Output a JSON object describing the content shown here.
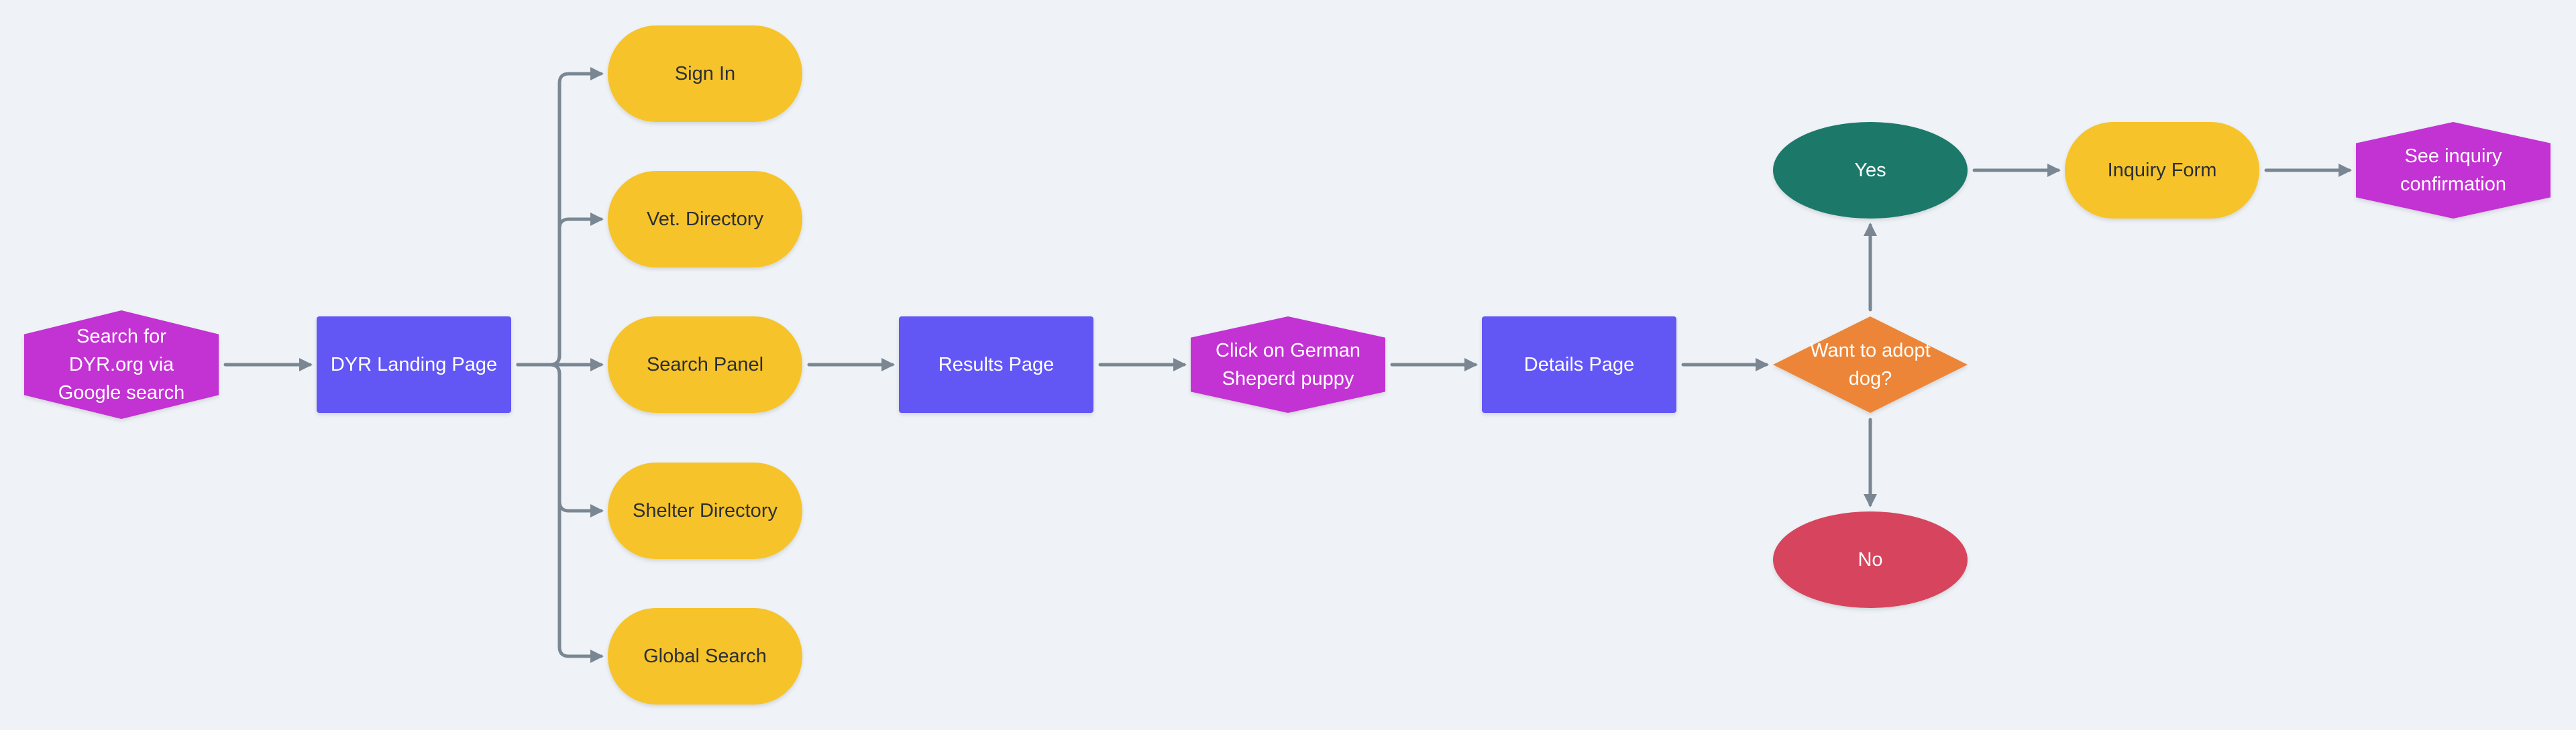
{
  "colors": {
    "background": "#eff3f7",
    "start_end_hexagon": "#c333d3",
    "page_rectangle": "#6257f5",
    "page_option_pill": "#f6c32c",
    "decision_diamond": "#ec8538",
    "yes_ellipse": "#1f796b",
    "no_ellipse": "#d6445d",
    "connector": "#7a8793"
  },
  "nodes": {
    "search_google": {
      "lines": [
        "Search for",
        "DYR.org via",
        "Google search"
      ]
    },
    "landing_page": {
      "lines": [
        "DYR Landing Page"
      ]
    },
    "sign_in": {
      "lines": [
        "Sign In"
      ]
    },
    "vet_directory": {
      "lines": [
        "Vet. Directory"
      ]
    },
    "search_panel": {
      "lines": [
        "Search Panel"
      ]
    },
    "shelter_directory": {
      "lines": [
        "Shelter Directory"
      ]
    },
    "global_search": {
      "lines": [
        "Global Search"
      ]
    },
    "results_page": {
      "lines": [
        "Results Page"
      ]
    },
    "click_puppy": {
      "lines": [
        "Click on German",
        "Sheperd puppy"
      ]
    },
    "details_page": {
      "lines": [
        "Details Page"
      ]
    },
    "want_to_adopt": {
      "lines": [
        "Want to adopt",
        "dog?"
      ]
    },
    "yes": {
      "lines": [
        "Yes"
      ]
    },
    "no": {
      "lines": [
        "No"
      ]
    },
    "inquiry_form": {
      "lines": [
        "Inquiry Form"
      ]
    },
    "inquiry_confirmation": {
      "lines": [
        "See inquiry",
        "confirmation"
      ]
    }
  },
  "edges": [
    {
      "from": "search_google",
      "to": "landing_page"
    },
    {
      "from": "landing_page",
      "to": "sign_in"
    },
    {
      "from": "landing_page",
      "to": "vet_directory"
    },
    {
      "from": "landing_page",
      "to": "search_panel"
    },
    {
      "from": "landing_page",
      "to": "shelter_directory"
    },
    {
      "from": "landing_page",
      "to": "global_search"
    },
    {
      "from": "search_panel",
      "to": "results_page"
    },
    {
      "from": "results_page",
      "to": "click_puppy"
    },
    {
      "from": "click_puppy",
      "to": "details_page"
    },
    {
      "from": "details_page",
      "to": "want_to_adopt"
    },
    {
      "from": "want_to_adopt",
      "to": "yes"
    },
    {
      "from": "want_to_adopt",
      "to": "no"
    },
    {
      "from": "yes",
      "to": "inquiry_form"
    },
    {
      "from": "inquiry_form",
      "to": "inquiry_confirmation"
    }
  ]
}
